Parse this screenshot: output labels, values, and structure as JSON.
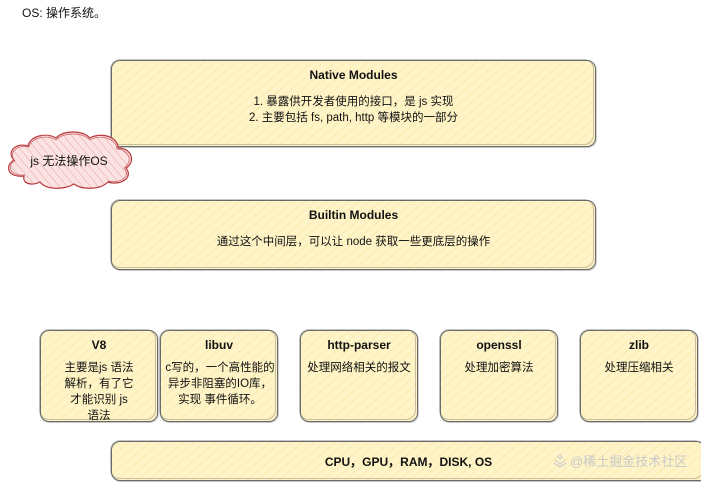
{
  "header": {
    "note": "OS: 操作系统。"
  },
  "native_modules": {
    "title": "Native Modules",
    "lines": [
      "1. 暴露供开发者使用的接口，是 js 实现",
      "2. 主要包括 fs, path, http 等模块的一部分"
    ]
  },
  "cloud": {
    "label": "js 无法操作OS"
  },
  "builtin_modules": {
    "title": "Builtin Modules",
    "desc": "通过这个中间层，可以让 node 获取一些更底层的操作"
  },
  "modules": [
    {
      "title": "V8",
      "desc": "主要是js 语法解析，有了它才能识别 js 语法"
    },
    {
      "title": "libuv",
      "desc": "c写的，一个高性能的异步非阻塞的IO库，实现 事件循环。"
    },
    {
      "title": "http-parser",
      "desc": "处理网络相关的报文"
    },
    {
      "title": "openssl",
      "desc": "处理加密算法"
    },
    {
      "title": "zlib",
      "desc": "处理压缩相关"
    }
  ],
  "hardware": {
    "title": "CPU，GPU，RAM，DISK, OS"
  },
  "watermark": {
    "text": "@稀土掘金技术社区"
  },
  "colors": {
    "box_fill": "#fff4c8",
    "box_stroke": "#6b6b6b",
    "cloud_fill": "#f9d4d4",
    "cloud_stroke": "#b8393c",
    "watermark": "#c9c9c9"
  }
}
